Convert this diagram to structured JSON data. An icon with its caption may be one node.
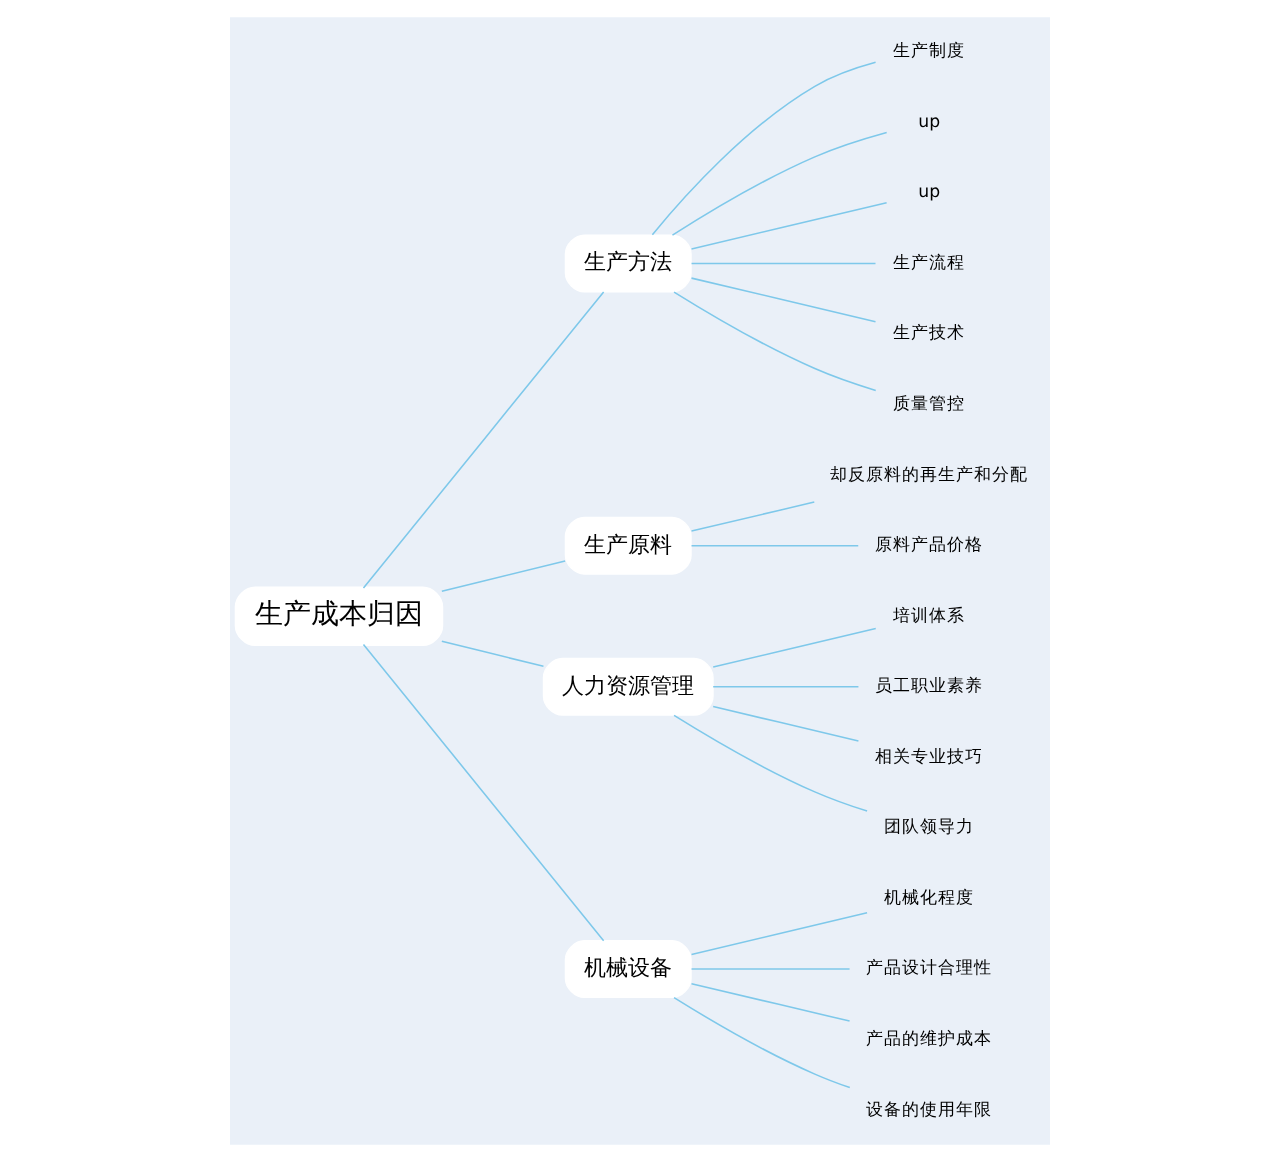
{
  "diagram": {
    "nodes": [
      {
        "text": [
          "生产成本归因"
        ]
      },
      {
        "text": [
          "生产方法"
        ]
      },
      {
        "text": [
          "生产制度"
        ]
      },
      {
        "text": [
          "up"
        ]
      },
      {
        "text": [
          "up"
        ]
      },
      {
        "text": [
          "生产流程"
        ]
      },
      {
        "text": [
          "生产技术"
        ]
      },
      {
        "text": [
          "质量管控"
        ]
      },
      {
        "text": [
          "生产原料"
        ]
      },
      {
        "text": [
          "却反原料的再生产和分配"
        ]
      },
      {
        "text": [
          "原料产品价格"
        ]
      },
      {
        "text": [
          "人力资源管理"
        ]
      },
      {
        "text": [
          "培训体系"
        ]
      },
      {
        "text": [
          "员工职业素养"
        ]
      },
      {
        "text": [
          "相关专业技巧"
        ]
      },
      {
        "text": [
          "团队领导力"
        ]
      },
      {
        "text": [
          "机械设备"
        ]
      },
      {
        "text": [
          "机械化程度"
        ]
      },
      {
        "text": [
          "产品设计合理性"
        ]
      },
      {
        "text": [
          "产品的维护成本"
        ]
      },
      {
        "text": [
          "设备的使用年限"
        ]
      }
    ],
    "edges": [
      {
        "from": 0,
        "to": 1,
        "arrow": "none"
      },
      {
        "from": 1,
        "to": 2,
        "arrow": "none"
      },
      {
        "from": 1,
        "to": 3,
        "arrow": "none"
      },
      {
        "from": 1,
        "to": 4,
        "arrow": "none"
      },
      {
        "from": 1,
        "to": 5,
        "arrow": "none"
      },
      {
        "from": 1,
        "to": 6,
        "arrow": "none"
      },
      {
        "from": 1,
        "to": 7,
        "arrow": "none"
      },
      {
        "from": 0,
        "to": 8,
        "arrow": "none"
      },
      {
        "from": 8,
        "to": 9,
        "arrow": "none"
      },
      {
        "from": 8,
        "to": 10,
        "arrow": "none"
      },
      {
        "from": 0,
        "to": 11,
        "arrow": "none"
      },
      {
        "from": 11,
        "to": 12,
        "arrow": "none"
      },
      {
        "from": 11,
        "to": 13,
        "arrow": "none"
      },
      {
        "from": 11,
        "to": 14,
        "arrow": "none"
      },
      {
        "from": 11,
        "to": 15,
        "arrow": "none"
      },
      {
        "from": 0,
        "to": 16,
        "arrow": "none"
      },
      {
        "from": 16,
        "to": 17,
        "arrow": "none"
      },
      {
        "from": 16,
        "to": 18,
        "arrow": "none"
      },
      {
        "from": 16,
        "to": 19,
        "arrow": "none"
      },
      {
        "from": 16,
        "to": 20,
        "arrow": "none"
      }
    ]
  }
}
